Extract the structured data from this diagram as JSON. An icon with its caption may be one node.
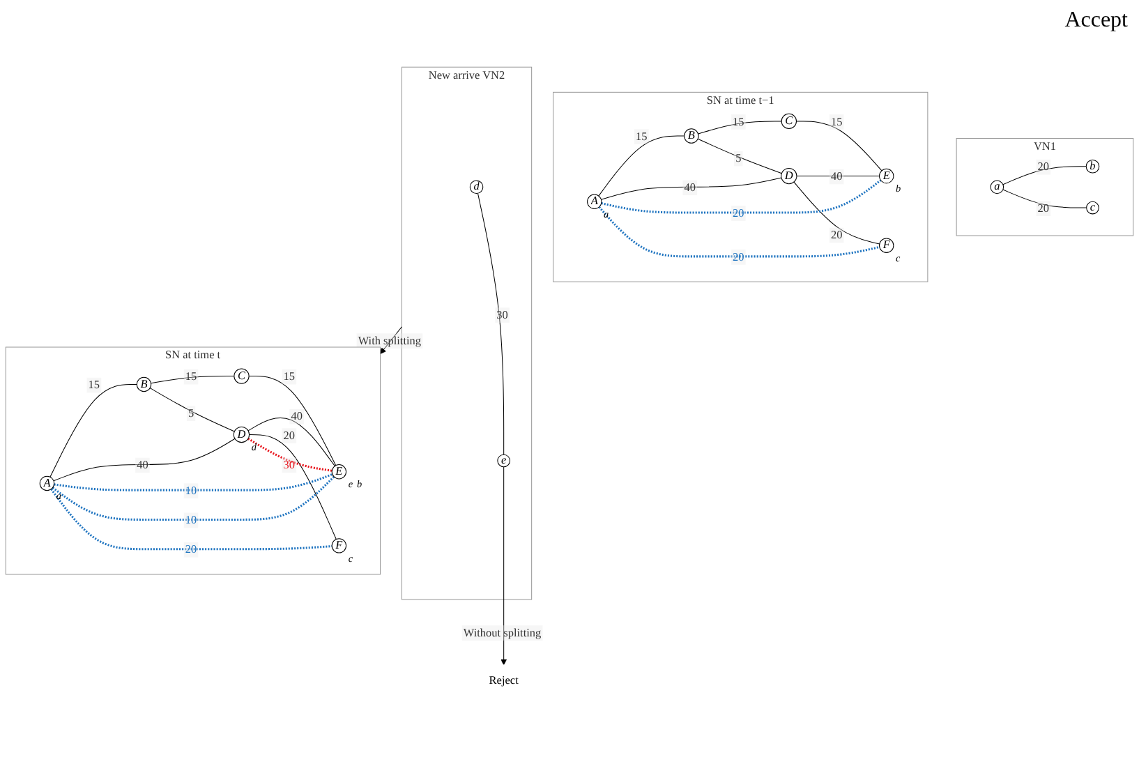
{
  "diagram": {
    "nodes": [
      {
        "text": [
          "VN1"
        ]
      },
      {
        "text": [
          "a"
        ],
        "in": 0
      },
      {
        "text": [
          "b"
        ],
        "in": 0
      },
      {
        "text": [
          "c"
        ],
        "in": 0
      },
      {
        "text": [
          "SN at time t−1"
        ]
      },
      {
        "text": [
          "A"
        ],
        "in": 4,
        "beside": [
          "a"
        ]
      },
      {
        "text": [
          "B"
        ],
        "in": 4
      },
      {
        "text": [
          "C"
        ],
        "in": 4
      },
      {
        "text": [
          "D"
        ],
        "in": 4
      },
      {
        "text": [
          "E"
        ],
        "in": 4,
        "beside": [
          "b"
        ]
      },
      {
        "text": [
          "F"
        ],
        "in": 4,
        "beside": [
          "c"
        ]
      },
      {
        "text": [
          "New arrive VN2"
        ]
      },
      {
        "text": [
          "d"
        ],
        "in": 11
      },
      {
        "text": [
          "e"
        ],
        "in": 11
      },
      {
        "text": [
          "Reject"
        ]
      },
      {
        "text": [
          "SN at time t"
        ]
      },
      {
        "text": [
          "A"
        ],
        "in": 15,
        "beside": [
          "a"
        ]
      },
      {
        "text": [
          "B"
        ],
        "in": 15
      },
      {
        "text": [
          "C"
        ],
        "in": 15
      },
      {
        "text": [
          "D"
        ],
        "in": 15,
        "beside": [
          "d"
        ]
      },
      {
        "text": [
          "E"
        ],
        "in": 15,
        "beside": [
          "e",
          "b"
        ]
      },
      {
        "text": [
          "F"
        ],
        "in": 15,
        "beside": [
          "c"
        ]
      }
    ],
    "edges": [
      {
        "from": 1,
        "to": 2,
        "arrow": "none",
        "label": "20"
      },
      {
        "from": 1,
        "to": 3,
        "arrow": "none",
        "label": "20"
      },
      {
        "from": 5,
        "to": 6,
        "arrow": "none",
        "label": "15"
      },
      {
        "from": 6,
        "to": 7,
        "arrow": "none",
        "label": "15"
      },
      {
        "from": 6,
        "to": 8,
        "arrow": "none",
        "label": "5"
      },
      {
        "from": 7,
        "to": 9,
        "arrow": "none",
        "label": "15"
      },
      {
        "from": 5,
        "to": 8,
        "arrow": "none",
        "label": "40"
      },
      {
        "from": 8,
        "to": 9,
        "arrow": "none",
        "label": "40"
      },
      {
        "from": 8,
        "to": 10,
        "arrow": "none",
        "label": "20"
      },
      {
        "from": 5,
        "to": 9,
        "arrow": "none",
        "label": "20",
        "style": "dashed",
        "color": "#1f74c0"
      },
      {
        "from": 5,
        "to": 10,
        "arrow": "none",
        "label": "20",
        "style": "dashed",
        "color": "#1f74c0"
      },
      {
        "from": 12,
        "to": 13,
        "arrow": "none",
        "label": "30"
      },
      {
        "from": 13,
        "to": 14,
        "arrow": "to",
        "label": "Without splitting"
      },
      {
        "from": 11,
        "to": 15,
        "arrow": "to",
        "label": "With splitting"
      },
      {
        "from": 16,
        "to": 17,
        "arrow": "none",
        "label": "15"
      },
      {
        "from": 17,
        "to": 18,
        "arrow": "none",
        "label": "15"
      },
      {
        "from": 17,
        "to": 19,
        "arrow": "none",
        "label": "5"
      },
      {
        "from": 18,
        "to": 20,
        "arrow": "none",
        "label": "15"
      },
      {
        "from": 16,
        "to": 19,
        "arrow": "none",
        "label": "40"
      },
      {
        "from": 19,
        "to": 20,
        "arrow": "none",
        "label": "40"
      },
      {
        "from": 19,
        "to": 21,
        "arrow": "none",
        "label": "20"
      },
      {
        "from": 16,
        "to": 20,
        "arrow": "none",
        "label": "10",
        "style": "dashed",
        "color": "#1f74c0"
      },
      {
        "from": 16,
        "to": 20,
        "arrow": "none",
        "label": "10",
        "style": "dashed",
        "color": "#1f74c0"
      },
      {
        "from": 16,
        "to": 21,
        "arrow": "none",
        "label": "20",
        "style": "dashed",
        "color": "#1f74c0"
      },
      {
        "from": 19,
        "to": 20,
        "arrow": "none",
        "label": "30",
        "style": "dashed",
        "color": "#e8141c"
      }
    ],
    "labels": [
      "Accept"
    ]
  }
}
